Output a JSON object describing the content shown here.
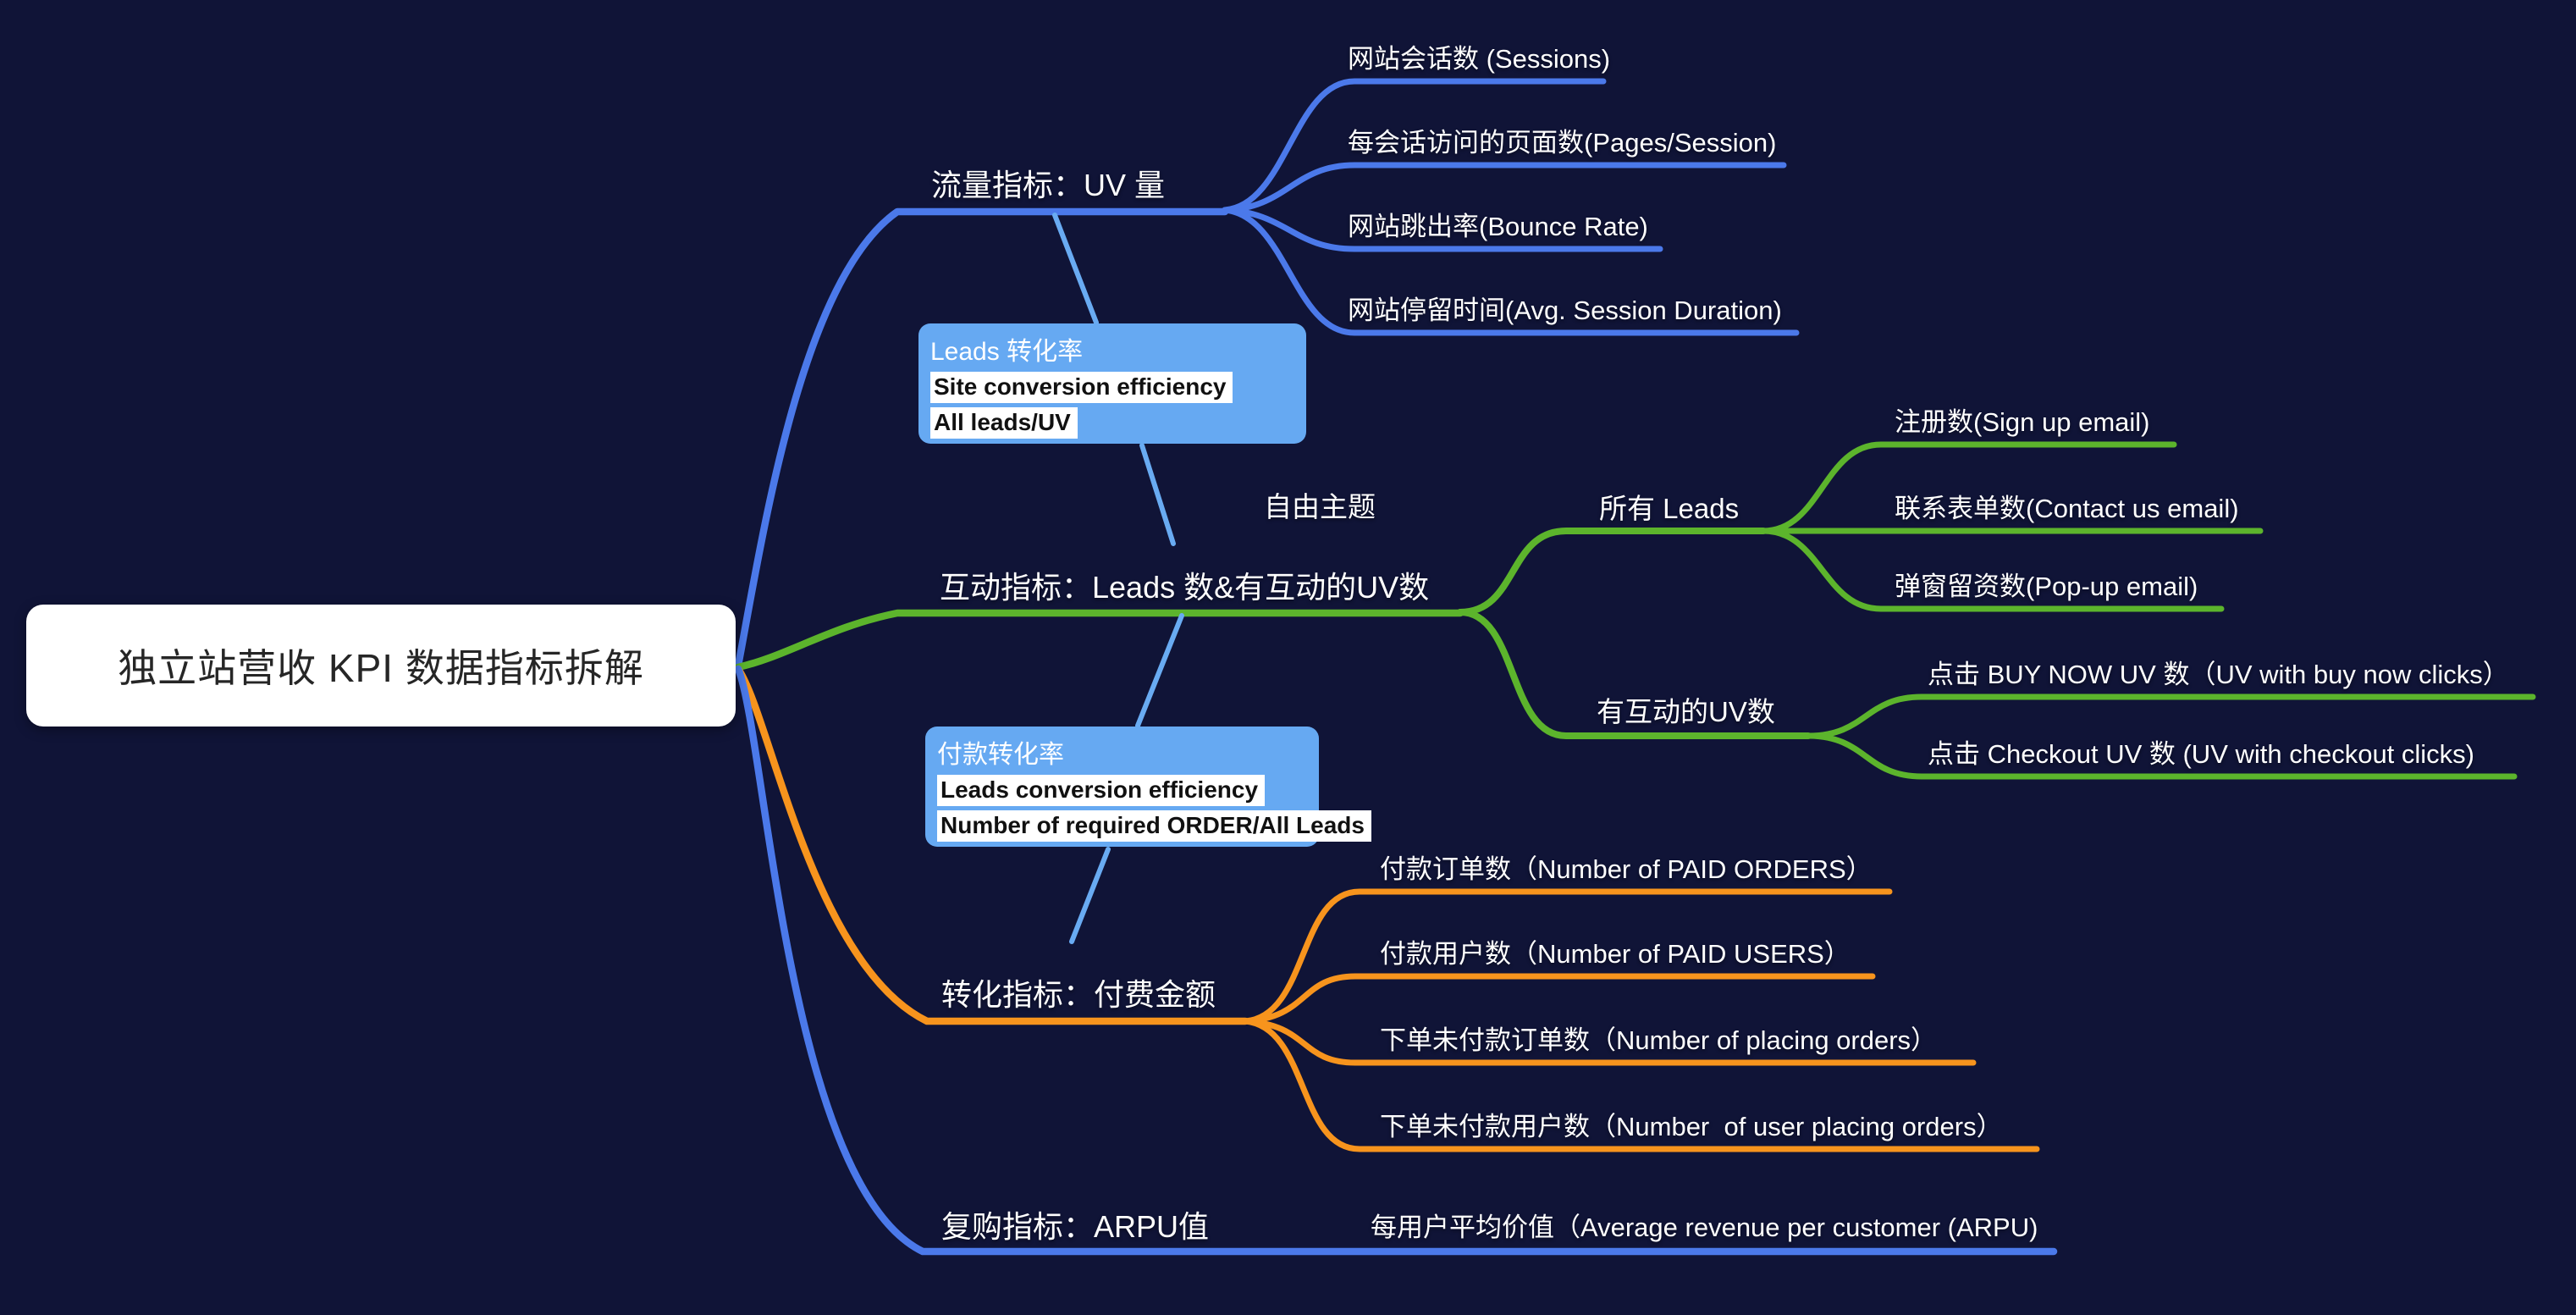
{
  "root": {
    "title": "独立站营收 KPI 数据指标拆解"
  },
  "floating_topic": "自由主题",
  "colors": {
    "background": "#101437",
    "blue": "#4b79ea",
    "green": "#5cb42c",
    "orange": "#f7941d",
    "light_blue": "#69abf2",
    "callout_bg": "#66a9f2",
    "callout_highlight_bg": "#ffffff",
    "callout_text": "#111111",
    "label_text": "#ffffff",
    "root_bg": "#ffffff",
    "root_text": "#262626"
  },
  "branches": [
    {
      "id": "traffic",
      "label": "流量指标：UV 量",
      "children": [
        "网站会话数 (Sessions)",
        "每会话访问的页面数(Pages/Session)",
        "网站跳出率(Bounce Rate)",
        "网站停留时间(Avg. Session Duration)"
      ]
    },
    {
      "id": "engagement",
      "label": "互动指标：Leads 数&有互动的UV数",
      "children": [
        {
          "label": "所有 Leads",
          "children": [
            "注册数(Sign up email)",
            "联系表单数(Contact us email)",
            "弹窗留资数(Pop-up email)"
          ]
        },
        {
          "label": "有互动的UV数",
          "children": [
            "点击 BUY NOW UV 数（UV with buy now clicks）",
            "点击 Checkout UV 数 (UV with checkout clicks)"
          ]
        }
      ]
    },
    {
      "id": "conversion",
      "label": "转化指标：付费金额",
      "children": [
        "付款订单数（Number of PAID ORDERS）",
        "付款用户数（Number of PAID USERS）",
        "下单未付款订单数（Number of placing orders）",
        "下单未付款用户数（Number  of user placing orders）"
      ]
    },
    {
      "id": "repurchase",
      "label": "复购指标：ARPU值",
      "children": [
        "每用户平均价值（Average revenue per customer (ARPU)"
      ]
    }
  ],
  "callouts": [
    {
      "title": "Leads 转化率",
      "lines": [
        "Site conversion efficiency",
        "All leads/UV"
      ]
    },
    {
      "title": "付款转化率",
      "lines": [
        "Leads conversion efficiency",
        "Number of required ORDER/All Leads"
      ]
    }
  ]
}
